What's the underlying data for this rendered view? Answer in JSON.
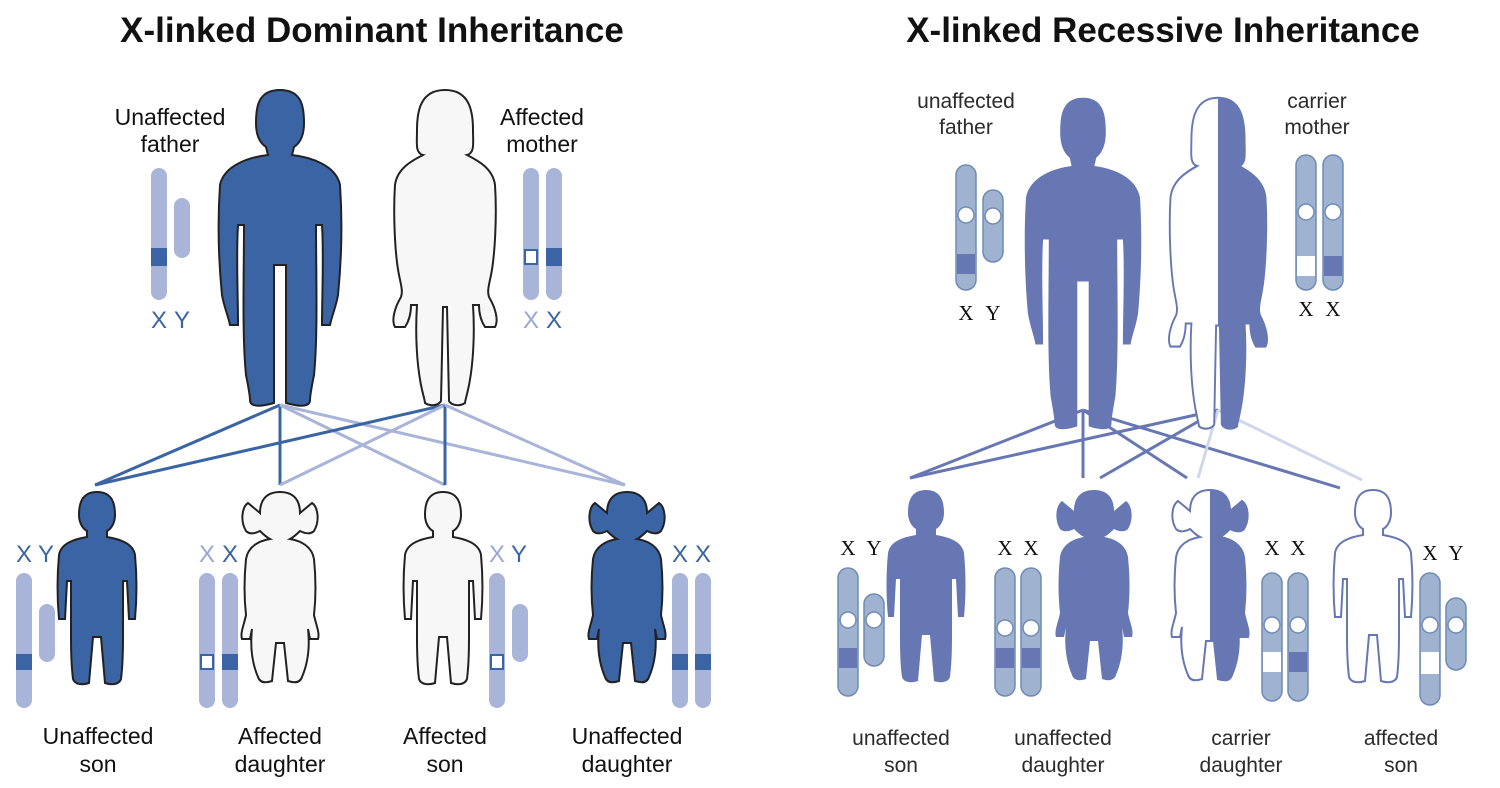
{
  "colors": {
    "dom_affected": "#3a64a3",
    "dom_chrom": "#a8b4d8",
    "dom_light_letter": "#9aa6d4",
    "dom_line": "#3a64a3",
    "dom_line_light": "#a8b4d8",
    "rec_affected": "#6677b3",
    "rec_chrom": "#9fb3d0",
    "rec_line": "#6677b3",
    "rec_line_light": "#d0d7ea",
    "outline": "#222222"
  },
  "left": {
    "title": "X-linked Dominant Inheritance",
    "parents": {
      "father": {
        "label": [
          "Unaffected",
          "father"
        ],
        "chrom_letters": [
          "X",
          "Y"
        ]
      },
      "mother": {
        "label": [
          "Affected",
          "mother"
        ],
        "chrom_letters": [
          "X",
          "X"
        ]
      }
    },
    "children": [
      {
        "label": [
          "Unaffected",
          "son"
        ],
        "chrom_letters": [
          "X",
          "Y"
        ]
      },
      {
        "label": [
          "Affected",
          "daughter"
        ],
        "chrom_letters": [
          "X",
          "X"
        ]
      },
      {
        "label": [
          "Affected",
          "son"
        ],
        "chrom_letters": [
          "X",
          "Y"
        ]
      },
      {
        "label": [
          "Unaffected",
          "daughter"
        ],
        "chrom_letters": [
          "X",
          "X"
        ]
      }
    ]
  },
  "right": {
    "title": "X-linked Recessive Inheritance",
    "parents": {
      "father": {
        "label": [
          "unaffected",
          "father"
        ],
        "chrom_letters": [
          "X",
          "Y"
        ]
      },
      "mother": {
        "label": [
          "carrier",
          "mother"
        ],
        "chrom_letters": [
          "X",
          "X"
        ]
      }
    },
    "children": [
      {
        "label": [
          "unaffected",
          "son"
        ],
        "chrom_letters": [
          "X",
          "Y"
        ]
      },
      {
        "label": [
          "unaffected",
          "daughter"
        ],
        "chrom_letters": [
          "X",
          "X"
        ]
      },
      {
        "label": [
          "carrier",
          "daughter"
        ],
        "chrom_letters": [
          "X",
          "X"
        ]
      },
      {
        "label": [
          "affected",
          "son"
        ],
        "chrom_letters": [
          "X",
          "Y"
        ]
      }
    ]
  }
}
